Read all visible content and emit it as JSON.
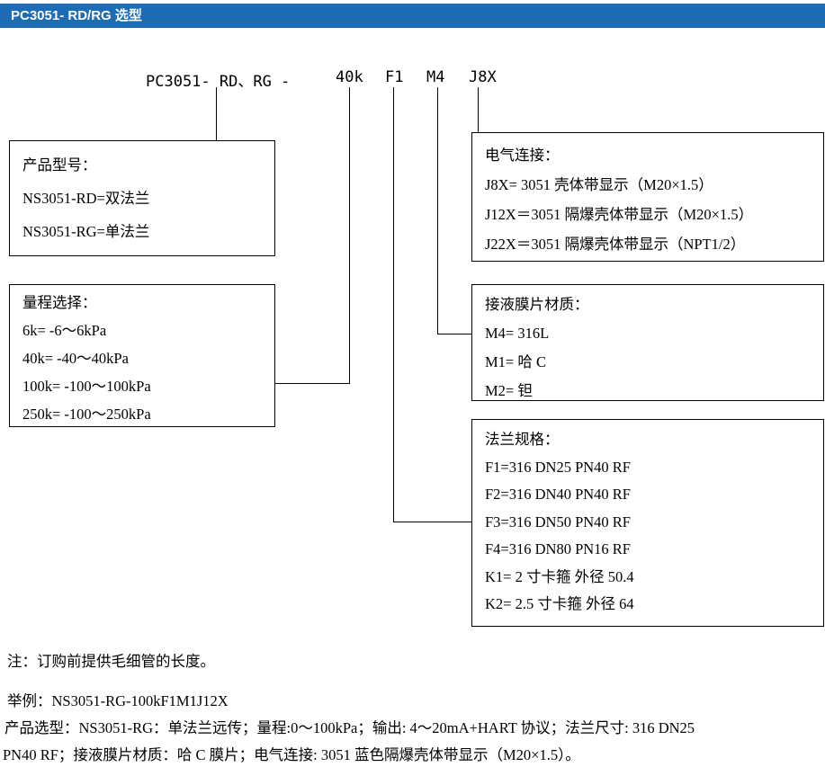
{
  "colors": {
    "title_bar_bg": "#1e6cb5"
  },
  "title_bar": {
    "title": "PC3051- RD/RG 选型"
  },
  "model_code": {
    "prefix": "PC3051- RD、RG -",
    "range": "40k",
    "flange": "F1",
    "diaphragm": "M4",
    "electrical": "J8X"
  },
  "boxes": {
    "product_model": {
      "title": "产品型号：",
      "lines": [
        "NS3051-RD=双法兰",
        "NS3051-RG=单法兰"
      ]
    },
    "range": {
      "title": "量程选择：",
      "lines": [
        "6k= -6～6kPa",
        "40k= -40～40kPa",
        "100k= -100～100kPa",
        "250k= -100～250kPa"
      ]
    },
    "electrical": {
      "title": "电气连接：",
      "lines": [
        "J8X= 3051 壳体带显示（M20×1.5）",
        "J12X＝3051 隔爆壳体带显示（M20×1.5）",
        "J22X＝3051 隔爆壳体带显示（NPT1/2）"
      ]
    },
    "diaphragm": {
      "title": "接液膜片材质：",
      "lines": [
        "M4= 316L",
        "M1= 哈 C",
        "M2= 钽"
      ]
    },
    "flange": {
      "title": "法兰规格：",
      "lines": [
        "F1=316 DN25 PN40 RF",
        "F2=316 DN40 PN40 RF",
        "F3=316 DN50 PN40 RF",
        "F4=316 DN80 PN16 RF",
        "K1= 2 寸卡箍 外径 50.4",
        "K2= 2.5 寸卡箍 外径 64"
      ]
    }
  },
  "notes": {
    "note": "注：订购前提供毛细管的长度。",
    "example": "举例：NS3051-RG-100kF1M1J12X",
    "selection_line1": "产品选型：NS3051-RG：单法兰远传；量程:0～100kPa；输出: 4～20mA+HART 协议；法兰尺寸: 316 DN25",
    "selection_line2": "PN40 RF；接液膜片材质：哈 C 膜片；电气连接: 3051 蓝色隔爆壳体带显示（M20×1.5）。"
  }
}
